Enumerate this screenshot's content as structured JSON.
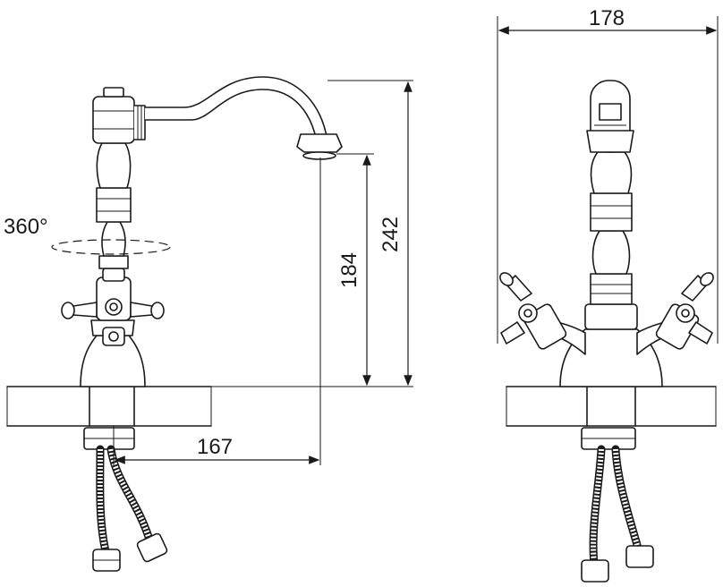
{
  "dimensions": {
    "total_width": "178",
    "total_height": "242",
    "spout_height": "184",
    "spout_reach": "167",
    "rotation": "360°"
  },
  "colors": {
    "line": "#1a1a1a",
    "background": "#ffffff"
  }
}
